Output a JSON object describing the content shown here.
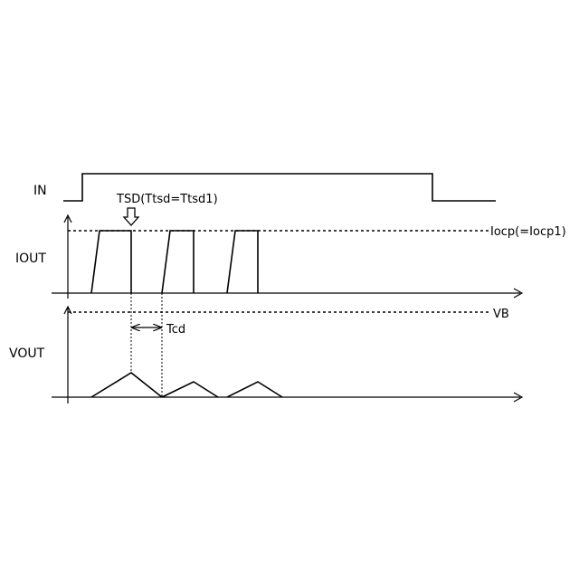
{
  "signals": {
    "in": "IN",
    "iout": "IOUT",
    "vout": "VOUT"
  },
  "annotations": {
    "tsd": "TSD(Ttsd=Ttsd1)",
    "iocp": "Iocp(=Iocp1)",
    "vb": "VB",
    "tcd": "Tcd"
  }
}
